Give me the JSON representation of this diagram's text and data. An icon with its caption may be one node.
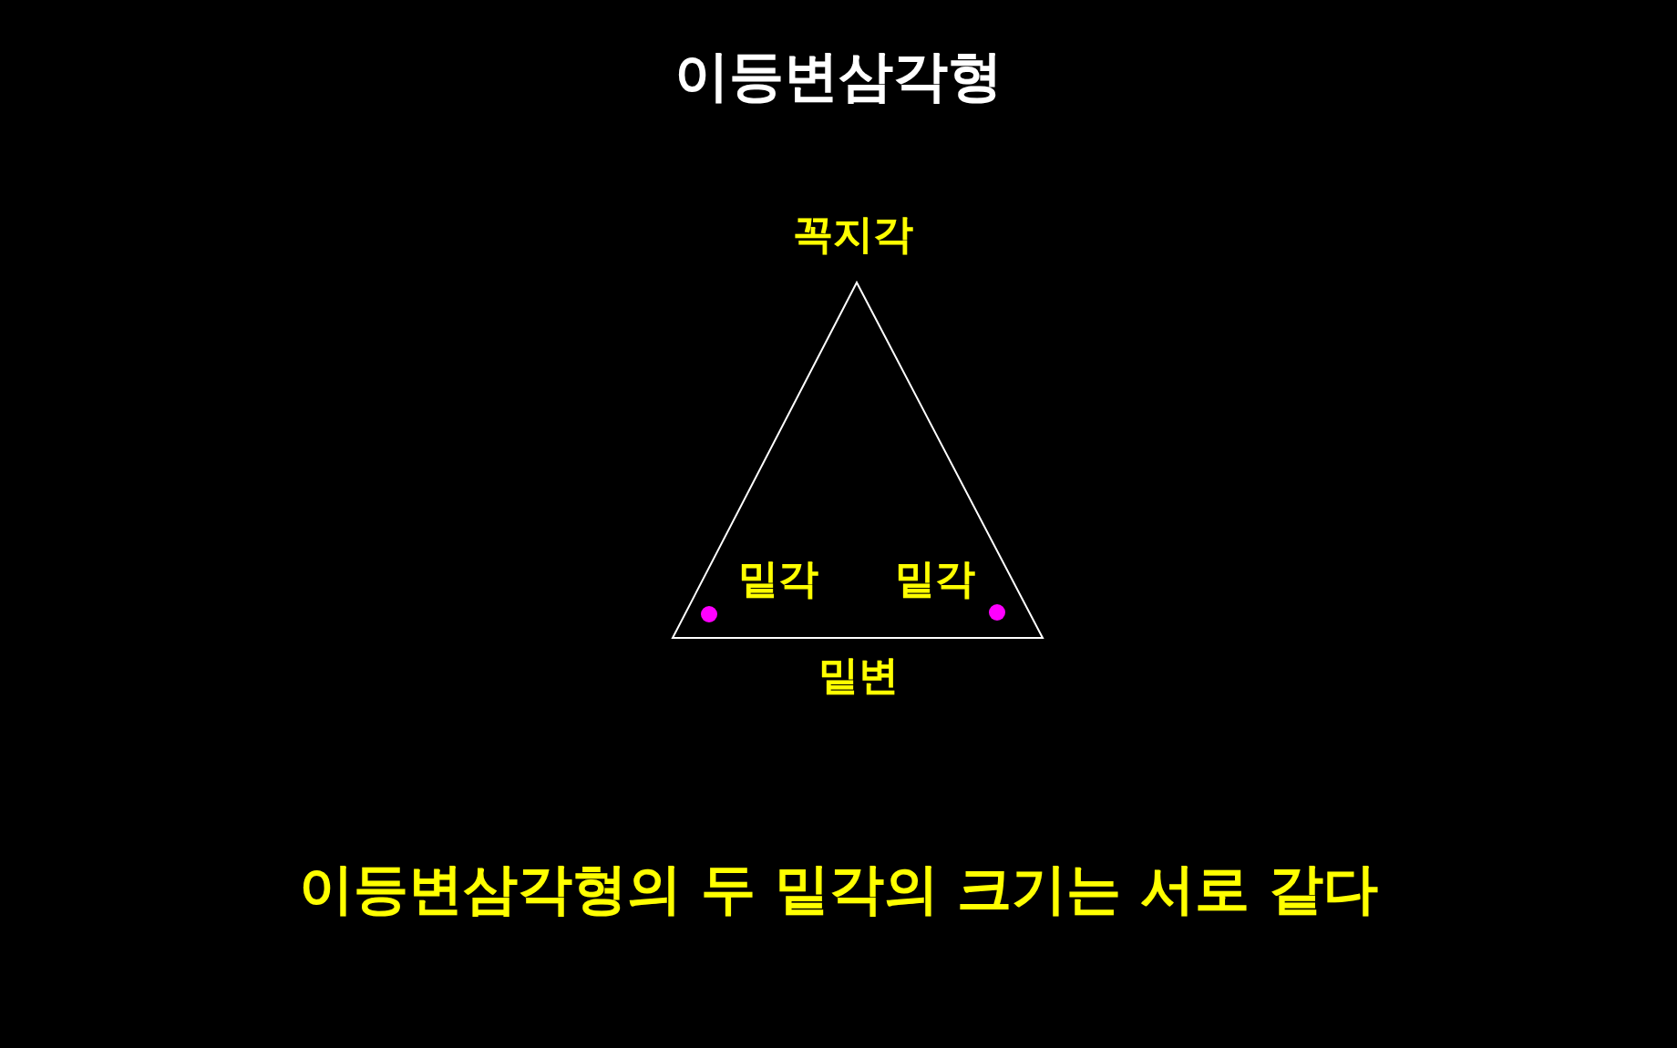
{
  "diagram": {
    "title": "이등변삼각형",
    "caption": "이등변삼각형의 두 밑각의 크기는 서로 같다",
    "labels": [
      "꼭지각",
      "밑각",
      "밑각",
      "밑변"
    ]
  }
}
